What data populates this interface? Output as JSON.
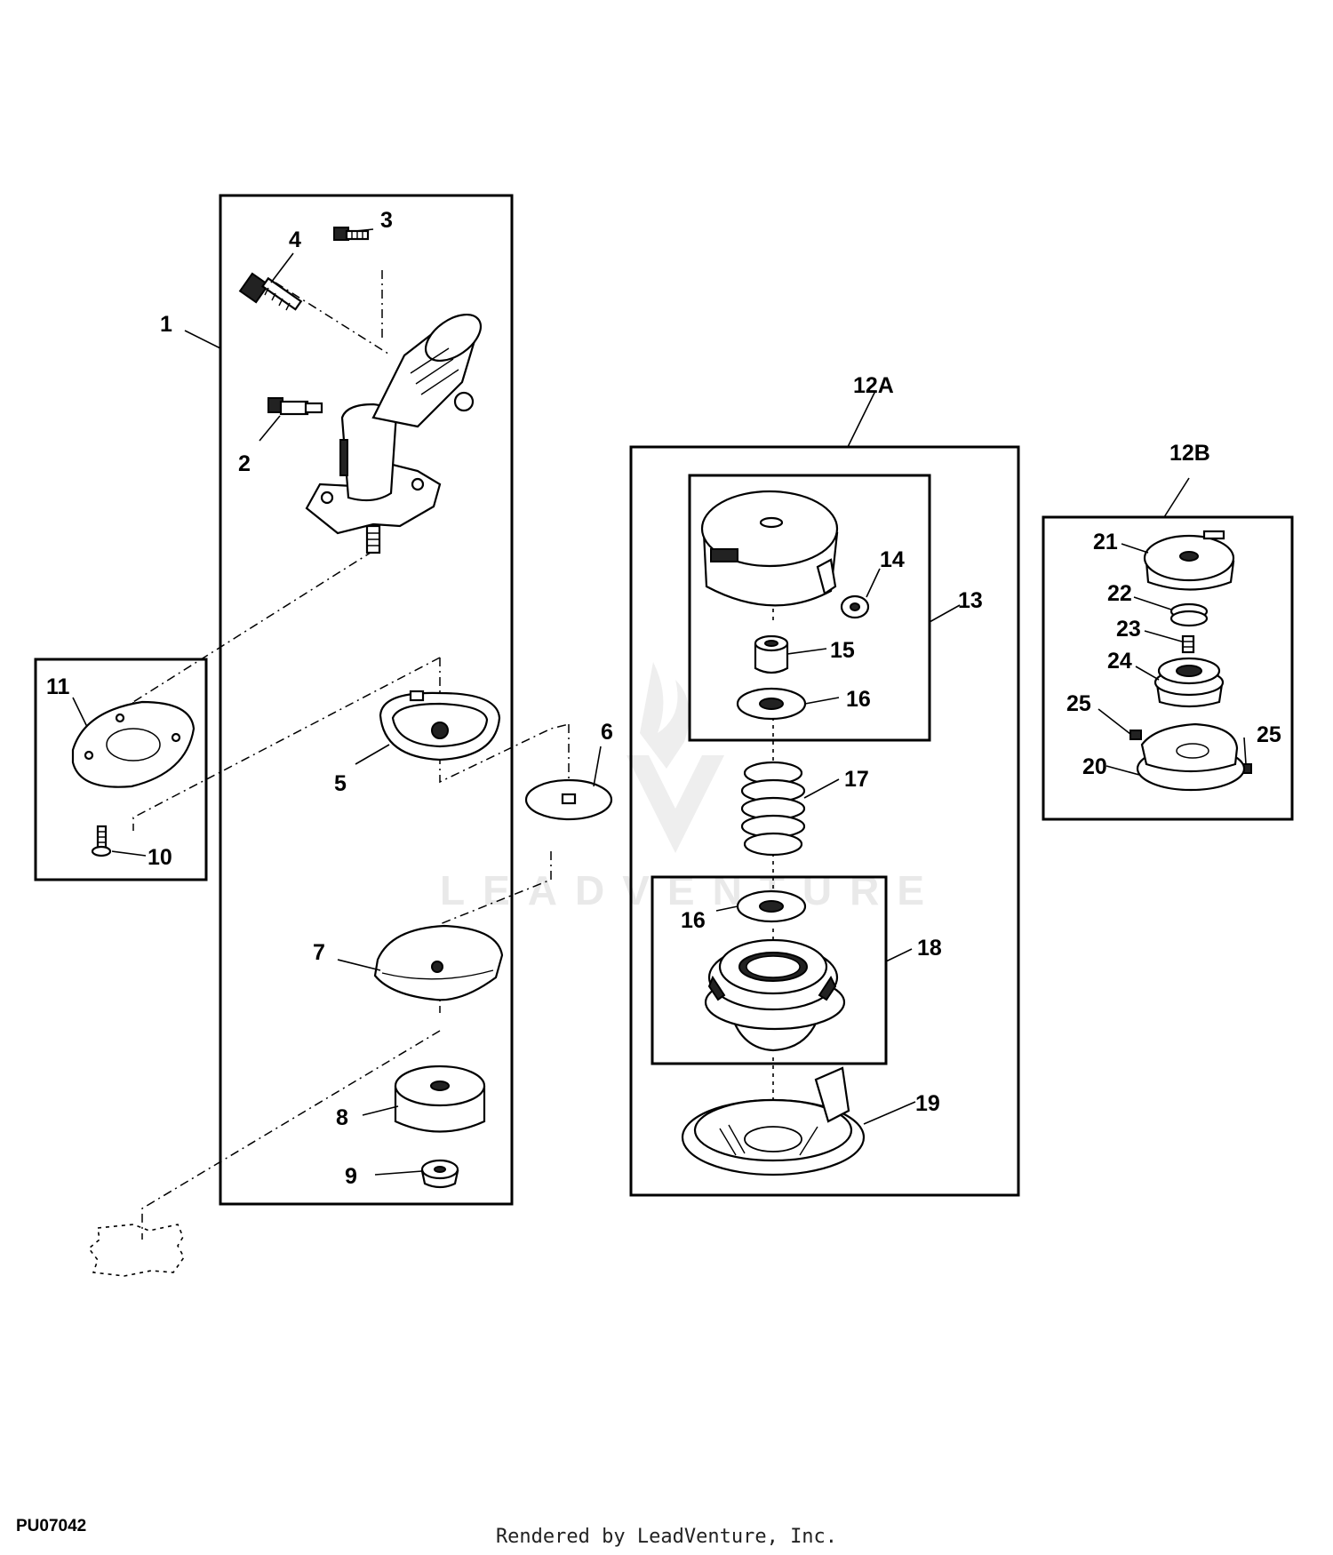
{
  "figure_code": "PU07042",
  "render_credit": "Rendered by LeadVenture, Inc.",
  "watermark": "LEADVENTURE",
  "callouts": {
    "c1": "1",
    "c2": "2",
    "c3": "3",
    "c4": "4",
    "c5": "5",
    "c6": "6",
    "c7": "7",
    "c8": "8",
    "c9": "9",
    "c10": "10",
    "c11": "11",
    "c12A": "12A",
    "c12B": "12B",
    "c13": "13",
    "c14": "14",
    "c15": "15",
    "c16a": "16",
    "c16b": "16",
    "c17": "17",
    "c18": "18",
    "c19": "19",
    "c20": "20",
    "c21": "21",
    "c22": "22",
    "c23": "23",
    "c24": "24",
    "c25a": "25",
    "c25b": "25"
  },
  "colors": {
    "line": "#000000",
    "background": "#ffffff",
    "watermark": "#e9e9e9"
  }
}
